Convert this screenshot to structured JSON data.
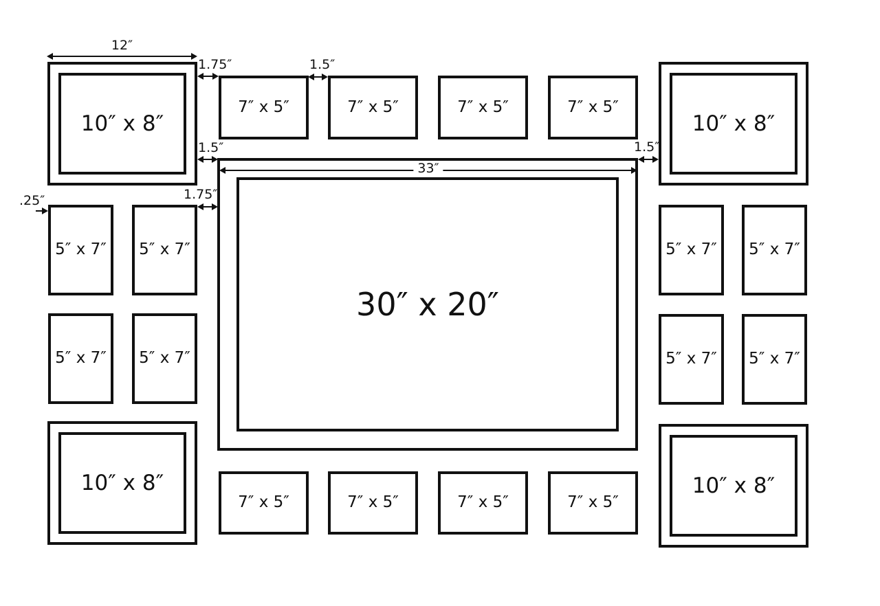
{
  "title": "Gallery wall frame layout diagram",
  "colors": {
    "line": "#111111",
    "background": "#ffffff"
  },
  "frames": {
    "corner_top_left": {
      "label": "10″ x 8″"
    },
    "corner_top_right": {
      "label": "10″ x 8″"
    },
    "corner_bottom_left": {
      "label": "10″ x 8″"
    },
    "corner_bottom_right": {
      "label": "10″ x 8″"
    },
    "center": {
      "label": "30″ x 20″"
    },
    "top_row": [
      {
        "label": "7″ x 5″"
      },
      {
        "label": "7″ x 5″"
      },
      {
        "label": "7″ x 5″"
      },
      {
        "label": "7″ x 5″"
      }
    ],
    "bottom_row": [
      {
        "label": "7″ x 5″"
      },
      {
        "label": "7″ x 5″"
      },
      {
        "label": "7″ x 5″"
      },
      {
        "label": "7″ x 5″"
      }
    ],
    "left_grid": [
      {
        "label": "5″ x 7″"
      },
      {
        "label": "5″ x 7″"
      },
      {
        "label": "5″ x 7″"
      },
      {
        "label": "5″ x 7″"
      }
    ],
    "right_grid": [
      {
        "label": "5″ x 7″"
      },
      {
        "label": "5″ x 7″"
      },
      {
        "label": "5″ x 7″"
      },
      {
        "label": "5″ x 7″"
      }
    ]
  },
  "annotations": {
    "frame_width_top_left": "12″",
    "gap_top_left_frame_to_row": "1.75″",
    "gap_between_top_row_frames": "1.5″",
    "gap_left_frame_to_center_top": "1.5″",
    "gap_left_grid_to_center": "1.75″",
    "center_frame_outer_width": "33″",
    "gap_center_to_right_frame": "1.5″",
    "left_edge_offset": ".25″"
  }
}
